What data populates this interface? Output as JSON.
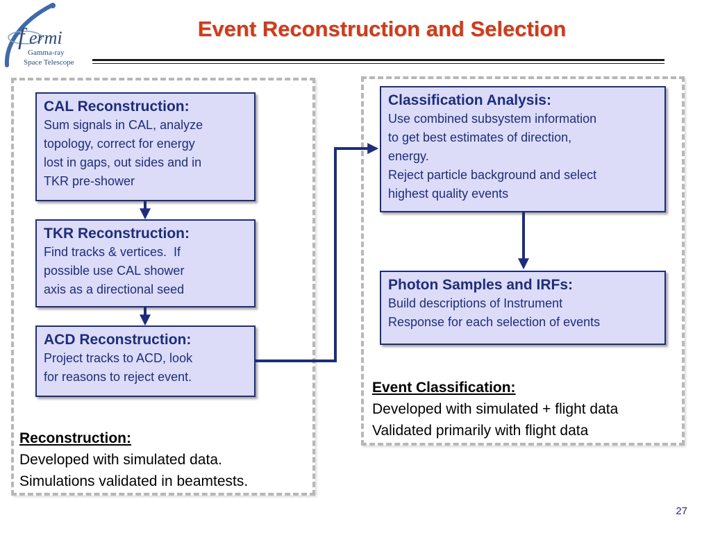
{
  "logo": {
    "name": "ermi",
    "line1": "Gamma-ray",
    "line2": "Space Telescope"
  },
  "title": "Event Reconstruction and Selection",
  "left_panel": {
    "boxes": [
      {
        "title": "CAL Reconstruction:",
        "lines": [
          "Sum signals in CAL, analyze",
          "topology, correct for energy",
          "lost in gaps, out sides and in",
          "TKR pre-shower"
        ]
      },
      {
        "title": "TKR Reconstruction:",
        "lines": [
          "Find tracks & vertices.  If",
          "possible use CAL shower",
          "axis as a directional seed"
        ]
      },
      {
        "title": "ACD Reconstruction:",
        "lines": [
          "Project tracks to ACD, look",
          "for reasons to reject event."
        ]
      }
    ],
    "caption": {
      "title": "Reconstruction:",
      "lines": [
        "Developed with simulated data.",
        "Simulations validated in beamtests."
      ]
    }
  },
  "right_panel": {
    "boxes": [
      {
        "title": "Classification Analysis:",
        "lines": [
          "Use combined subsystem information",
          "to get best estimates of direction,",
          "energy.",
          "Reject particle background and select",
          "highest quality events"
        ]
      },
      {
        "title": "Photon Samples and IRFs:",
        "lines": [
          "Build descriptions of Instrument",
          "Response for each selection of events"
        ]
      }
    ],
    "caption": {
      "title": "Event Classification:",
      "lines": [
        "Developed with simulated + flight data",
        "Validated primarily with flight data"
      ]
    }
  },
  "page_number": "27",
  "colors": {
    "title": "#d23a18",
    "box_fill": "#dcdcf8",
    "box_border": "#1e2d7a",
    "arrow": "#1e2d7a",
    "panel_border": "#b7b7b7"
  }
}
